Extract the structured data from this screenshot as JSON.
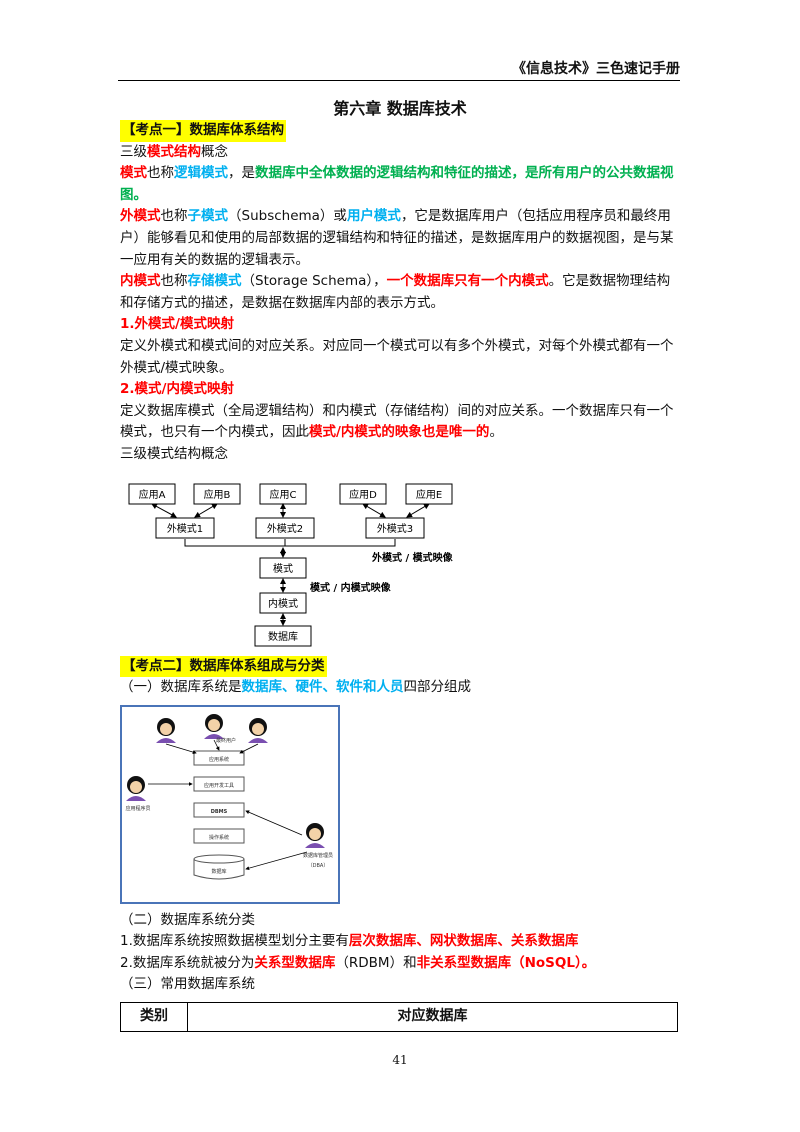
{
  "header": {
    "title": "《信息技术》三色速记手册"
  },
  "chapter_title": "第六章   数据库技术",
  "point1": {
    "tag": "【考点一】数据库体系结构",
    "subtitle_a": "三级",
    "subtitle_b": "模式结构",
    "subtitle_c": "概念",
    "schema_a": "模式",
    "schema_b": "也称",
    "schema_c": "逻辑模式",
    "schema_d": "，是",
    "schema_e": "数据库中全体数据的逻辑结构和特征的描述，是所有用户的公共数据视图。",
    "ext_a": "外模式",
    "ext_b": "也称",
    "ext_c": "子模式",
    "ext_d": "（Subschema）或",
    "ext_e": "用户模式",
    "ext_f": "，它是数据库用户（包括应用程序员和最终用户）能够看见和使用的局部数据的逻辑结构和特征的描述，是数据库用户的数据视图，是与某一应用有关的数据的逻辑表示。",
    "int_a": "内模式",
    "int_b": "也称",
    "int_c": "存储模式",
    "int_d": "（Storage Schema），",
    "int_e": "一个数据库只有一个内模式",
    "int_f": "。它是数据物理结构和存储方式的描述，是数据在数据库内部的表示方式。",
    "h1": "1.外模式/模式映射",
    "p1": "定义外模式和模式间的对应关系。对应同一个模式可以有多个外模式，对每个外模式都有一个外模式/模式映象。",
    "h2": "2.模式/内模式映射",
    "p2a": "定义数据库模式（全局逻辑结构）和内模式（存储结构）间的对应关系。一个数据库只有一个模式，也只有一个内模式，因此",
    "p2b": "模式/内模式的映象也是唯一的",
    "p2c": "。",
    "diagram_caption": "三级模式结构概念",
    "diagram": {
      "apps": [
        "应用A",
        "应用B",
        "应用C",
        "应用D",
        "应用E"
      ],
      "ext": [
        "外模式1",
        "外模式2",
        "外模式3"
      ],
      "schema": "模式",
      "internal": "内模式",
      "db": "数据库",
      "map1": "外模式 / 模式映像",
      "map2": "模式 / 内模式映像"
    }
  },
  "point2": {
    "tag": "【考点二】数据库体系组成与分类",
    "l1a": "（一）数据库系统是",
    "l1b": "数据库、硬件、软件和人员",
    "l1c": "四部分组成",
    "diagram": {
      "end_user": "最终用户",
      "app_system": "应用系统",
      "dev_tool": "应用开发工具",
      "dbms": "DBMS",
      "os": "操作系统",
      "database": "数据库",
      "programmer": "应用程序员",
      "dba": "数据库管理员",
      "dba_abbr": "（DBA）"
    },
    "l2": "（二）数据库系统分类",
    "l3a": "1.数据库系统按照数据模型划分主要有",
    "l3b": "层次数据库、网状数据库、关系数据库",
    "l4a": "2.数据库系统就被分为",
    "l4b": "关系型数据库",
    "l4c": "（RDBM）和",
    "l4d": "非关系型数据库（NoSQL）。",
    "l5": "（三）常用数据库系统",
    "table_headers": [
      "类别",
      "对应数据库"
    ]
  },
  "page_number": "41"
}
